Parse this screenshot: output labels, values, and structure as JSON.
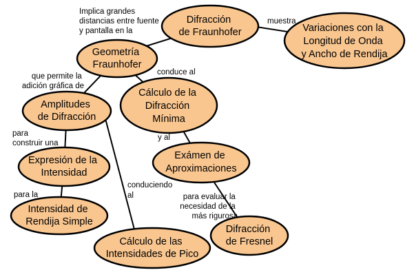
{
  "nodes": [
    {
      "id": "difraccion_fraunhofer",
      "lines": [
        "Difracción",
        "de Fraunhofer"
      ]
    },
    {
      "id": "variaciones",
      "lines": [
        "Variaciones con la",
        "Longitud de Onda",
        "y Ancho de Rendija"
      ]
    },
    {
      "id": "geometria_fraunhofer",
      "lines": [
        "Geometría",
        "Fraunhofer"
      ]
    },
    {
      "id": "calculo_difraccion_minima",
      "lines": [
        "Cálculo de la",
        "Difracción",
        "Mínima"
      ]
    },
    {
      "id": "amplitudes_difraccion",
      "lines": [
        "Amplitudes",
        "de Difracción"
      ]
    },
    {
      "id": "examen_aproximaciones",
      "lines": [
        "Exámen de",
        "Aproximaciones"
      ]
    },
    {
      "id": "expresion_intensidad",
      "lines": [
        "Expresión de la",
        "Intensidad"
      ]
    },
    {
      "id": "intensidad_rendija_simple",
      "lines": [
        "Intensidad de",
        "Rendija Simple"
      ]
    },
    {
      "id": "difraccion_fresnel",
      "lines": [
        "Difracción",
        "de Fresnel"
      ]
    },
    {
      "id": "calculo_intensidades_pico",
      "lines": [
        "Cálculo de las",
        "Intensidades de Pico"
      ]
    }
  ],
  "links": [
    {
      "id": "implica",
      "lines": [
        "Implica grandes",
        "distancias entre fuente",
        "y pantalla en la"
      ]
    },
    {
      "id": "muestra",
      "lines": [
        "muestra"
      ]
    },
    {
      "id": "permite",
      "lines": [
        "que permite la",
        "adición gráfica de"
      ]
    },
    {
      "id": "conduce",
      "lines": [
        "conduce al"
      ]
    },
    {
      "id": "y_al",
      "lines": [
        "y al"
      ]
    },
    {
      "id": "para_construir",
      "lines": [
        "para",
        "construir una"
      ]
    },
    {
      "id": "para_la",
      "lines": [
        "para la"
      ]
    },
    {
      "id": "conduciendo",
      "lines": [
        "conduciendo",
        "al"
      ]
    },
    {
      "id": "para_evaluar",
      "lines": [
        "para evaluar la",
        "necesidad de la",
        "más rigurosa"
      ]
    }
  ]
}
